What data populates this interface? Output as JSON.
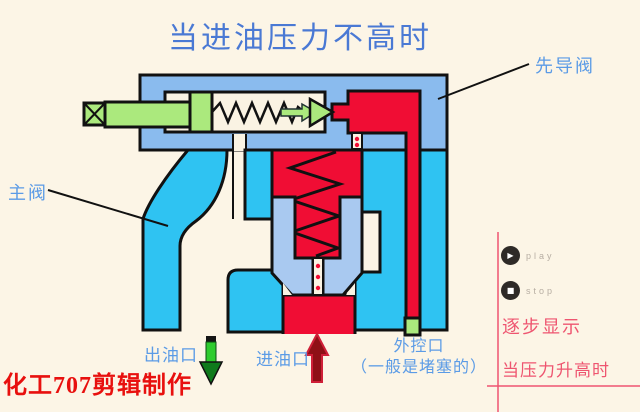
{
  "title": "当进油压力不高时",
  "callouts": {
    "pilot_valve": "先导阀",
    "main_valve": "主阀"
  },
  "ports": {
    "outlet": "出油口",
    "inlet": "进油口",
    "control_line1": "外控口",
    "control_line2": "（一般是堵塞的）"
  },
  "controls": {
    "play_icon": "▶",
    "play_label": "play",
    "stop_icon": "■",
    "stop_label": "stop"
  },
  "notes": {
    "step": "逐步显示",
    "pressure_rise": "当压力升高时"
  },
  "watermark": "化工707剪辑制作",
  "colors": {
    "background": "#fcf5e6",
    "body_blue": "#8abbee",
    "passage_cyan": "#2fc3f2",
    "oil_red": "#f00d34",
    "part_green": "#abe97d",
    "spool_blue": "#a9c9f0",
    "chamber_cream": "#faf3e3",
    "outline": "#111111",
    "title_blue": "#4a79d4",
    "label_blue": "#5b9be6",
    "note_red": "#ee5570",
    "watermark_red": "#e8100e",
    "outlet_arrow_green": "#2ecc2e",
    "inlet_arrow_red": "#8f1016"
  }
}
